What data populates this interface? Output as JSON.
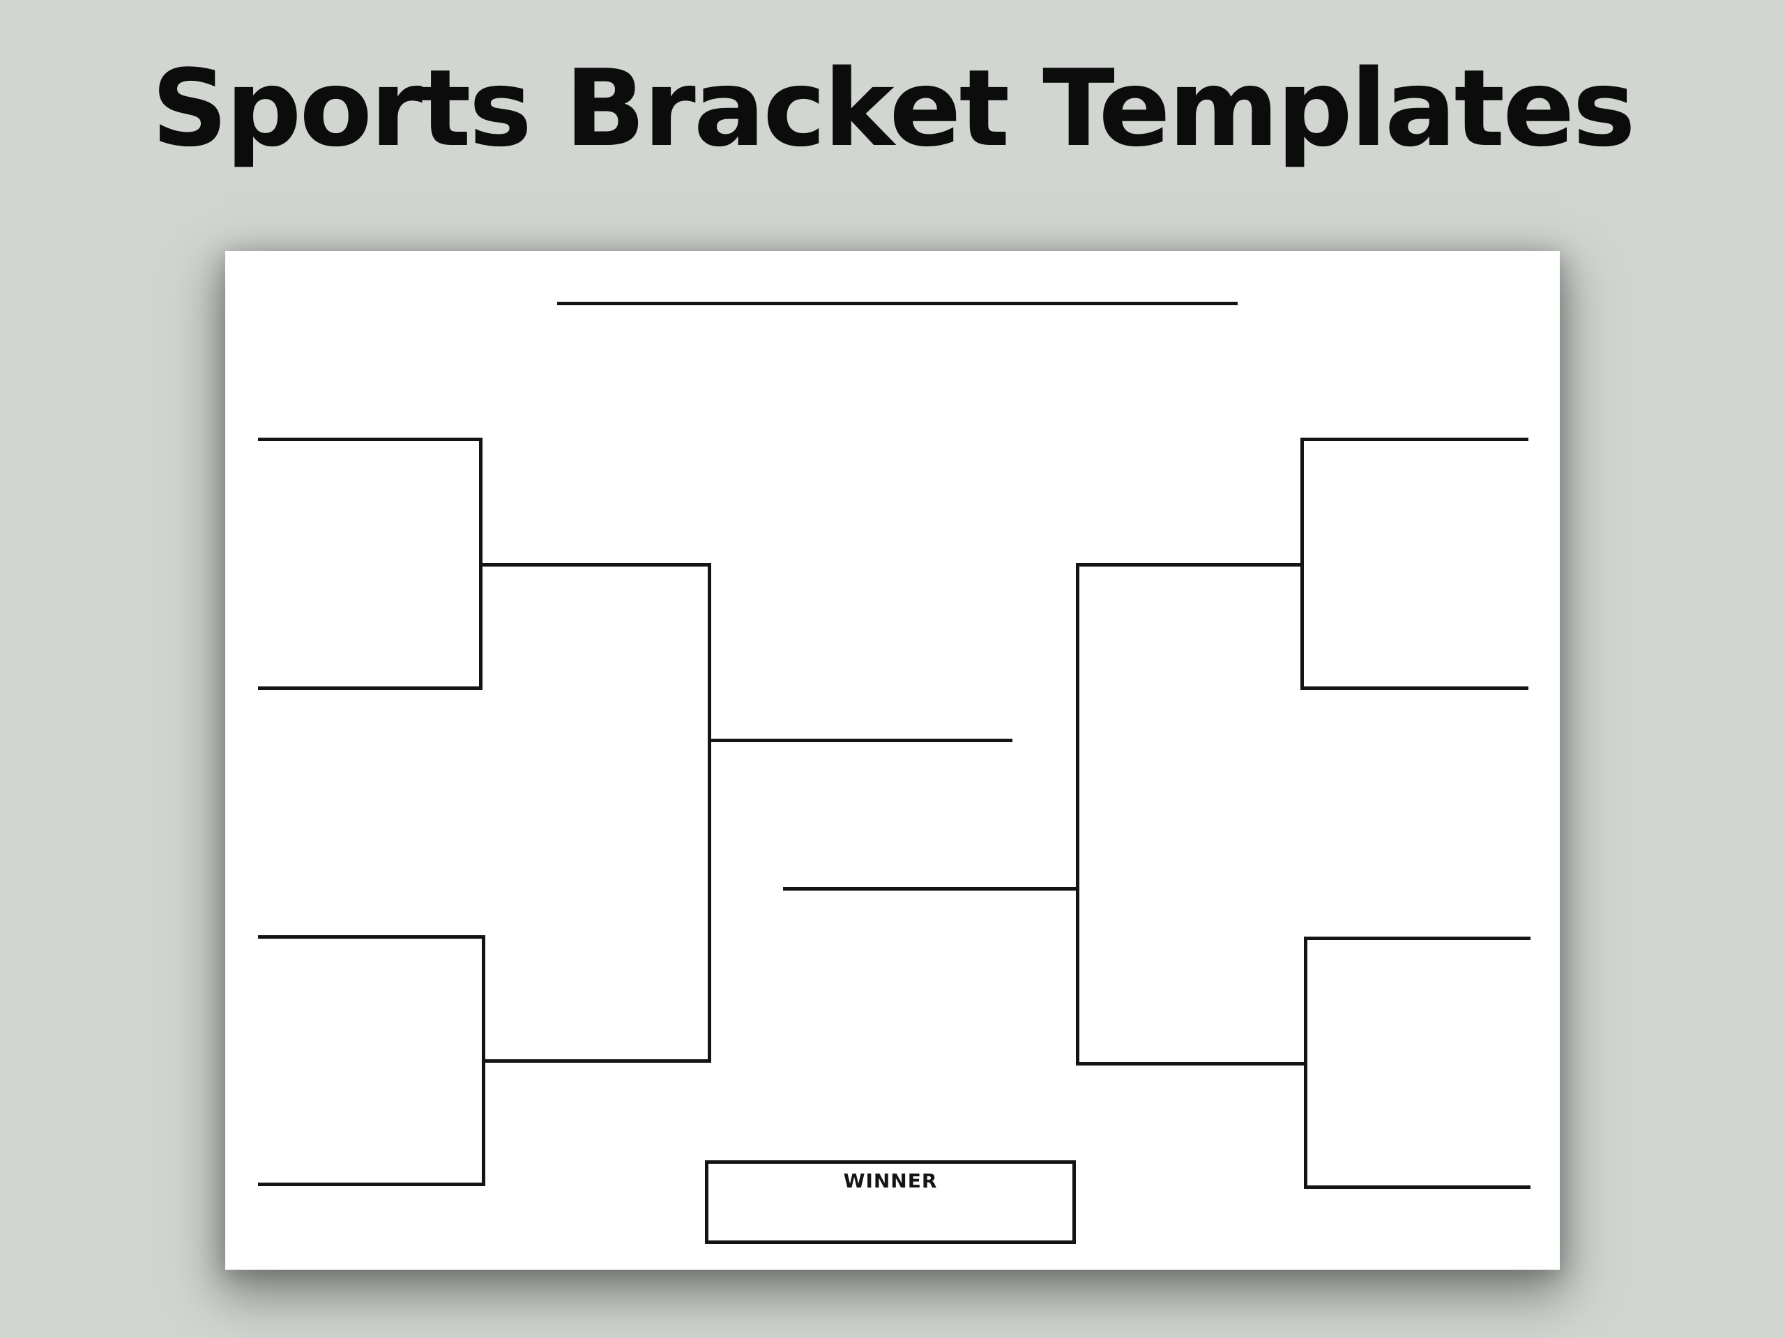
{
  "page_title": "Sports Bracket Templates",
  "card": {
    "winner_label": "WINNER"
  },
  "diagram": {
    "type": "single-elimination tournament bracket",
    "team_line_slots": 8,
    "first_round_matches": 4,
    "sides": 2,
    "finalist_lines": 2,
    "has_blank_title_line": true
  },
  "colors": {
    "background": "#d2d6d1",
    "card_background": "#ffffff",
    "line": "#141414",
    "title": "#0c0c0c"
  }
}
